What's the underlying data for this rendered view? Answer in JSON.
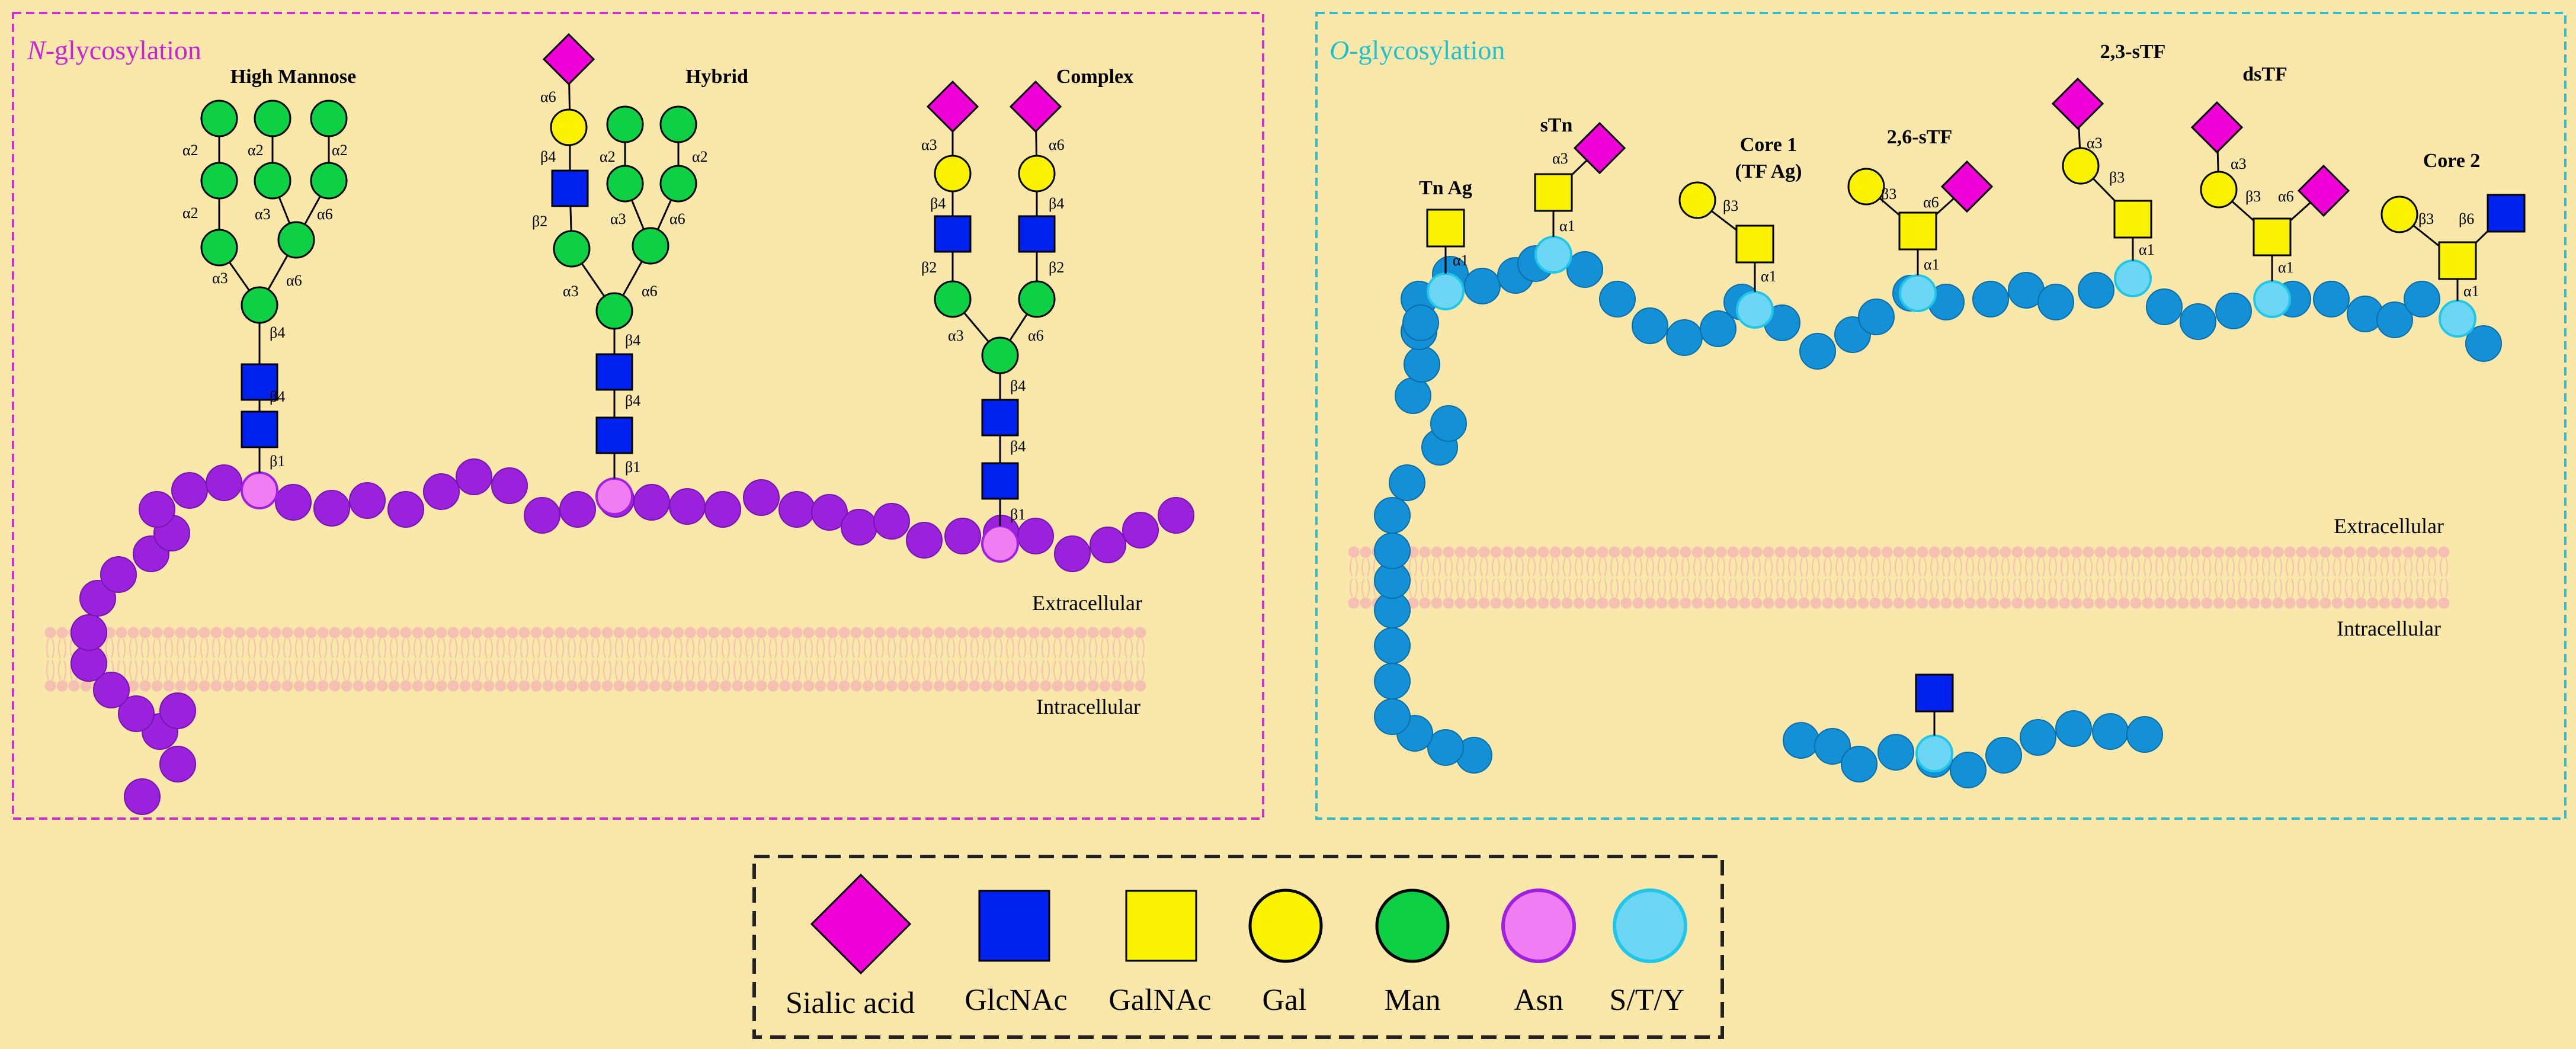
{
  "colors": {
    "background": "#f9e8a9",
    "sialic_acid": "#ee00d6",
    "glcnac": "#0022ee",
    "galnac": "#fbf200",
    "gal": "#fbf200",
    "man": "#0ed045",
    "asn": "#f07ef2",
    "asn_stroke": "#a020e0",
    "sty": "#6ed6f5",
    "sty_stroke": "#22c6e8",
    "n_chain": "#9a22dc",
    "o_chain": "#1490d6",
    "membrane": "#f5bfb2",
    "n_title": "#cc22d6",
    "o_title": "#22c0cf"
  },
  "n_panel": {
    "title_italic": "N",
    "title_rest": "-glycosylation",
    "glycan_high_mannose": "High Mannose",
    "glycan_hybrid": "Hybrid",
    "glycan_complex": "Complex",
    "extracellular": "Extracellular",
    "intracellular": "Intracellular",
    "hm_links": [
      "α2",
      "α2",
      "α2",
      "α2",
      "α3",
      "α6",
      "α3",
      "α6",
      "β4",
      "β4",
      "β1"
    ],
    "hy_links": [
      "α6",
      "β4",
      "β2",
      "α2",
      "α2",
      "α3",
      "α6",
      "α3",
      "α6",
      "β4",
      "β4",
      "β1"
    ],
    "cx_links": [
      "α3",
      "α6",
      "β4",
      "β4",
      "β2",
      "β2",
      "α3",
      "α6",
      "β4",
      "β4",
      "β1"
    ]
  },
  "o_panel": {
    "title_italic": "O",
    "title_rest": "-glycosylation",
    "glycan_tn": "Tn Ag",
    "glycan_stn": "sTn",
    "glycan_core1_line1": "Core 1",
    "glycan_core1_line2": "(TF Ag)",
    "glycan_26stf": "2,6-sTF",
    "glycan_23stf": "2,3-sTF",
    "glycan_dstf": "dsTF",
    "glycan_core2": "Core 2",
    "extracellular": "Extracellular",
    "intracellular": "Intracellular",
    "tn_links": [
      "α1"
    ],
    "stn_links": [
      "α3",
      "α1"
    ],
    "c1_links": [
      "β3",
      "α1"
    ],
    "s26_links": [
      "β3",
      "α6",
      "α1"
    ],
    "s23_links": [
      "α3",
      "β3",
      "α1"
    ],
    "ds_links": [
      "α3",
      "β3",
      "α6",
      "α1"
    ],
    "c2_links": [
      "β3",
      "β6",
      "α1"
    ]
  },
  "legend": {
    "sialic_acid": "Sialic acid",
    "glcnac": "GlcNAc",
    "galnac": "GalNAc",
    "gal": "Gal",
    "man": "Man",
    "asn": "Asn",
    "sty": "S/T/Y"
  }
}
